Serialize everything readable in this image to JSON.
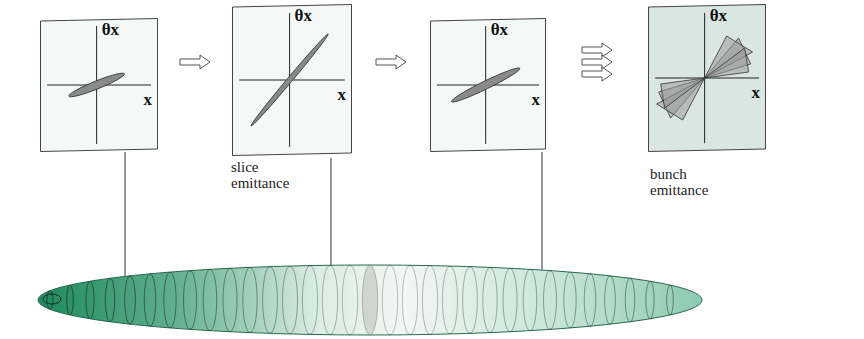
{
  "diagram": {
    "nodes": [
      {
        "text": [
          "θx",
          "x"
        ]
      },
      {
        "text": [
          "θx",
          "x"
        ]
      },
      {
        "text": [
          "θx",
          "x"
        ]
      },
      {
        "text": [
          "θx",
          "x"
        ]
      }
    ],
    "edges": [
      {
        "from": 0,
        "to": 1,
        "arrow": "to"
      },
      {
        "from": 1,
        "to": 2,
        "arrow": "to"
      },
      {
        "from": 2,
        "to": 3,
        "arrow": "to"
      }
    ],
    "labels": [
      "slice emittance",
      "bunch emittance"
    ]
  }
}
